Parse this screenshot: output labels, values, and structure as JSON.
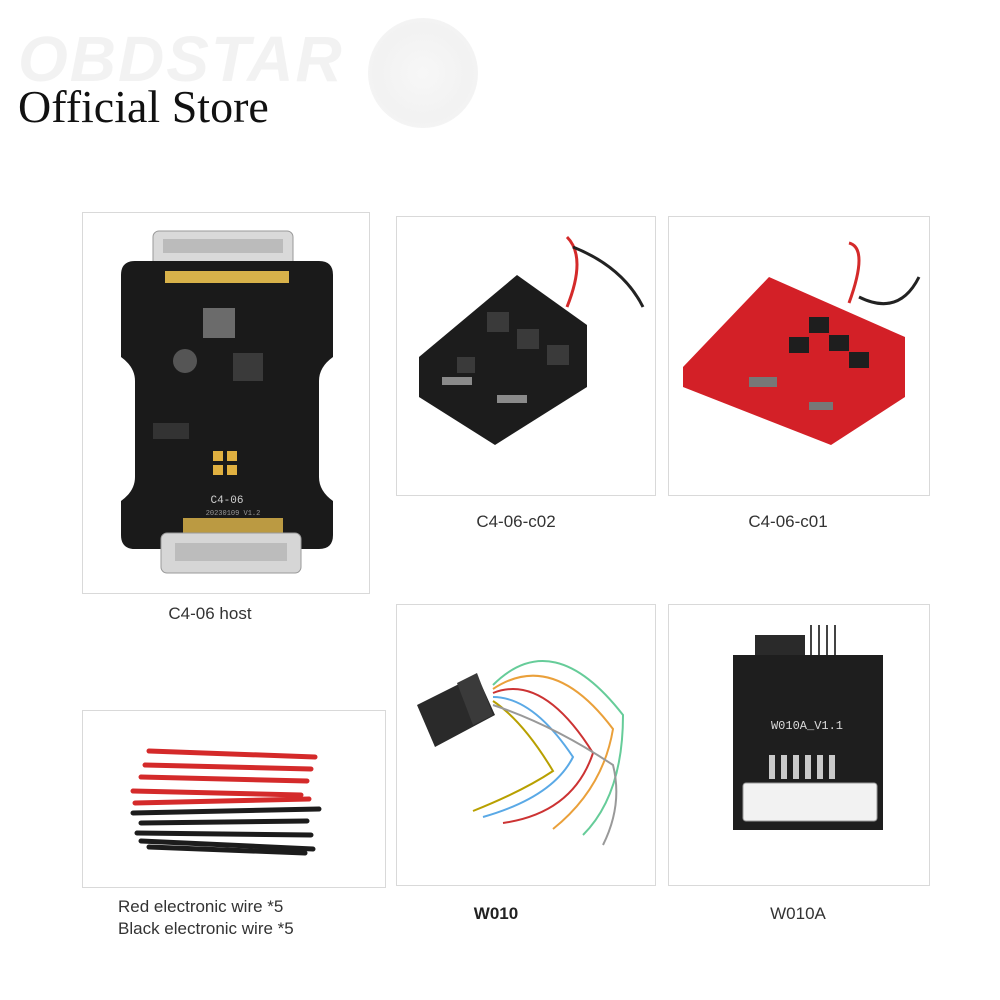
{
  "header": {
    "brand_watermark": "OBDSTAR",
    "title": "Official Store"
  },
  "products": [
    {
      "id": "c4-06-host",
      "caption": "C4-06 host",
      "board_label": "C4-06",
      "board_sub": "20230109 V1.2"
    },
    {
      "id": "c4-06-c02",
      "caption": "C4-06-c02"
    },
    {
      "id": "c4-06-c01",
      "caption": "C4-06-c01"
    },
    {
      "id": "wires",
      "caption_line1": "Red electronic wire *5",
      "caption_line2": "Black electronic wire *5"
    },
    {
      "id": "w010",
      "caption": "W010"
    },
    {
      "id": "w010a",
      "caption": "W010A",
      "board_label": "W010A_V1.1"
    }
  ],
  "colors": {
    "black_pcb": "#1a1a1a",
    "red_pcb": "#d32027",
    "red_wire": "#d42a2a",
    "black_wire": "#1c1c1c"
  }
}
